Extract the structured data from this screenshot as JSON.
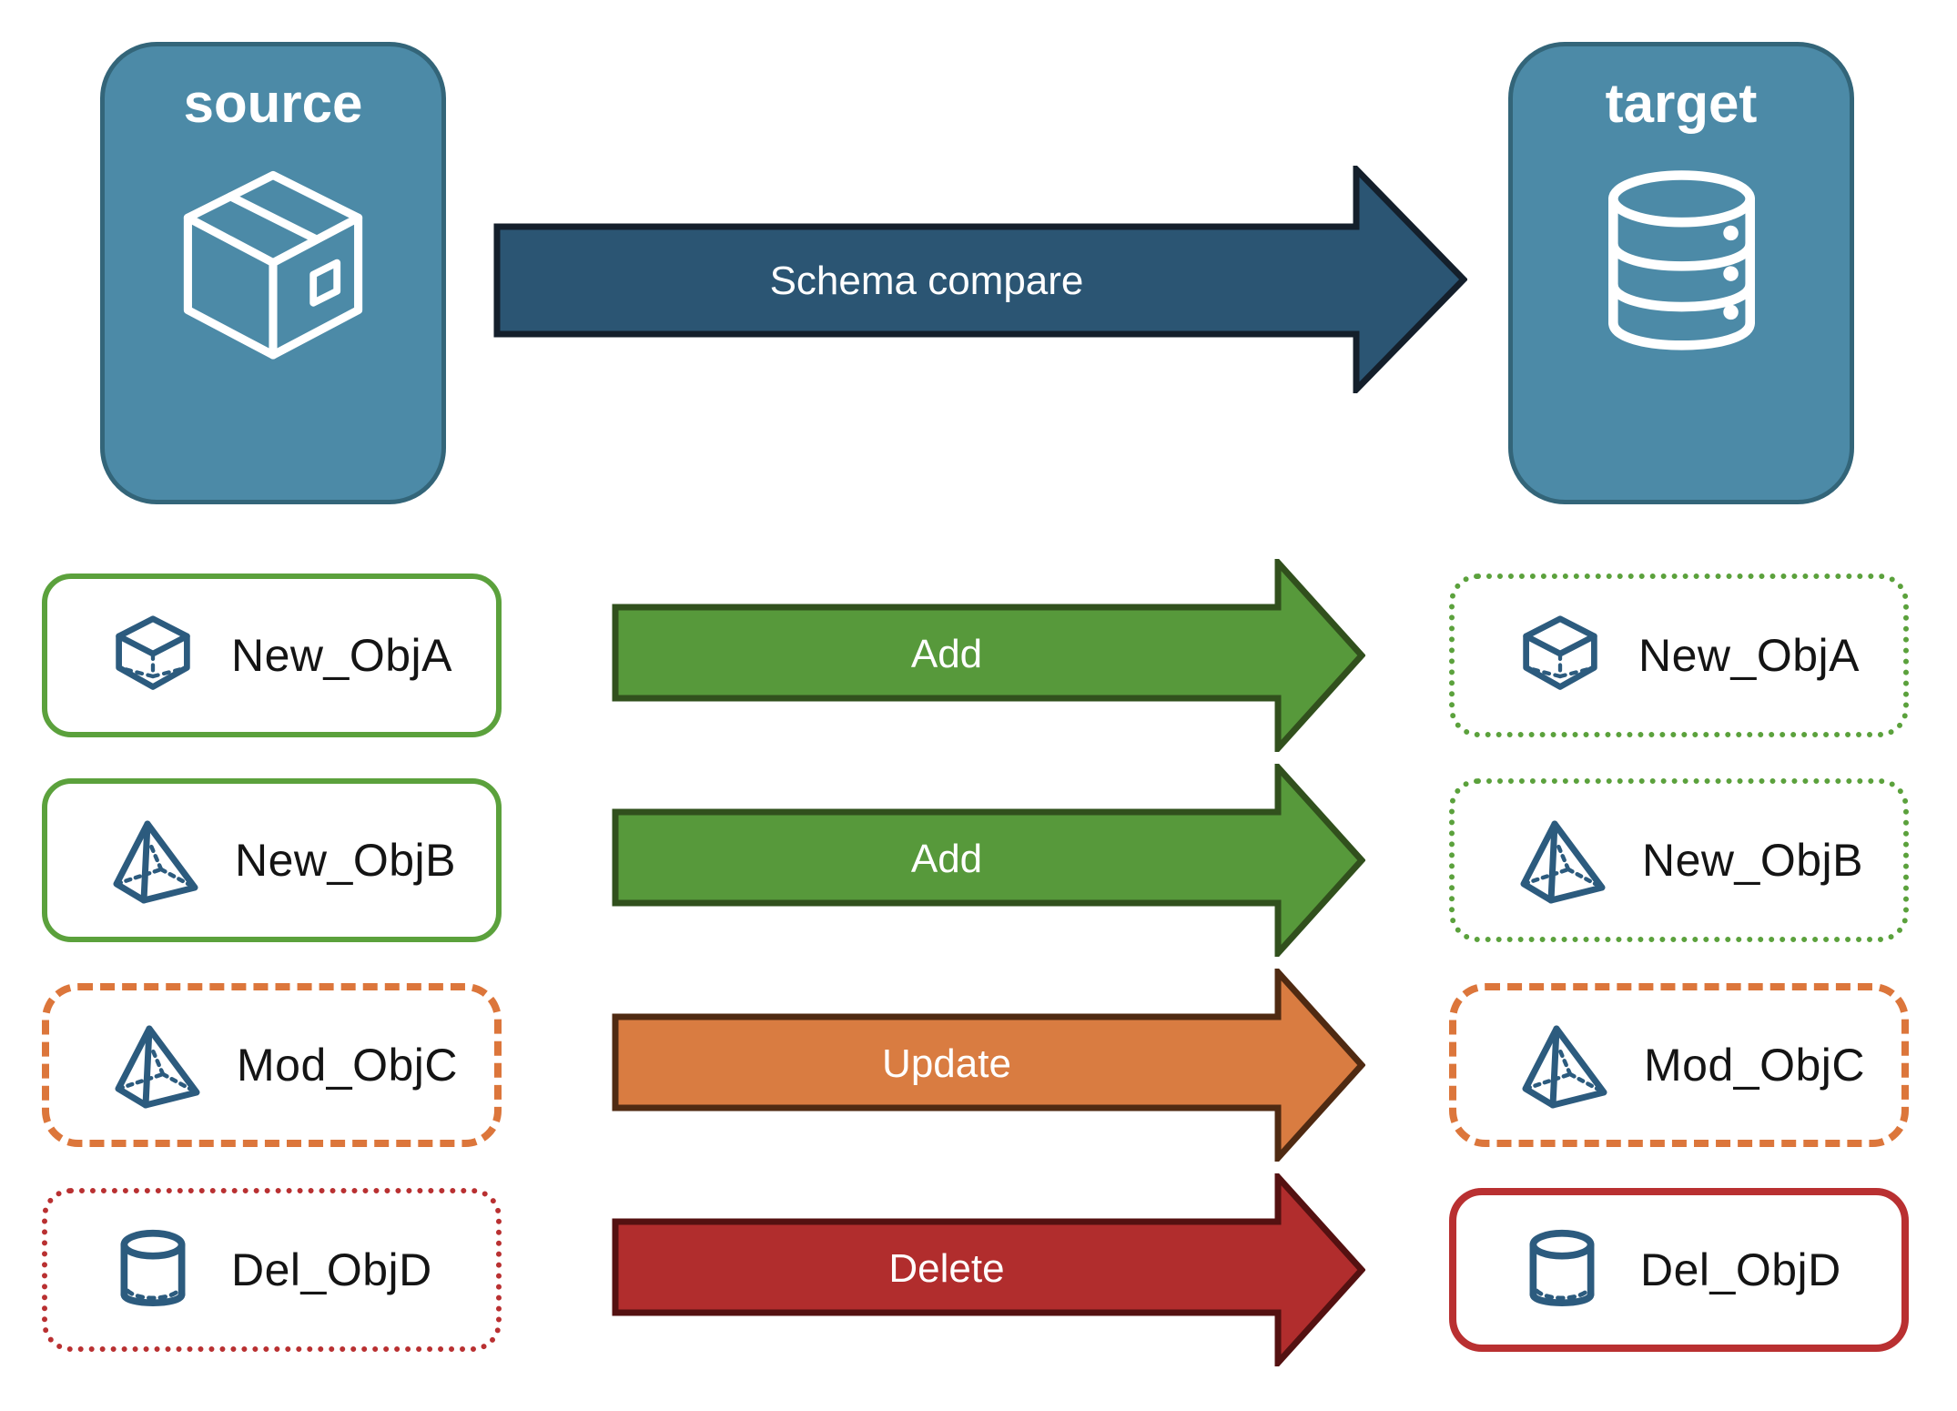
{
  "source_panel": {
    "title": "source",
    "icon": "package-icon"
  },
  "target_panel": {
    "title": "target",
    "icon": "database-icon"
  },
  "compare_arrow": {
    "label": "Schema compare",
    "color": "#2B5573"
  },
  "rows": [
    {
      "name": "New_ObjA",
      "action": "Add",
      "icon": "cube-icon",
      "source_border": "green-solid",
      "target_border": "green-dotted",
      "arrow_color": "#57993B"
    },
    {
      "name": "New_ObjB",
      "action": "Add",
      "icon": "pyramid-icon",
      "source_border": "green-solid",
      "target_border": "green-dotted",
      "arrow_color": "#57993B"
    },
    {
      "name": "Mod_ObjC",
      "action": "Update",
      "icon": "pyramid-icon",
      "source_border": "orange-dashed",
      "target_border": "orange-dashed",
      "arrow_color": "#D97C41"
    },
    {
      "name": "Del_ObjD",
      "action": "Delete",
      "icon": "cylinder-icon",
      "source_border": "red-dotted",
      "target_border": "red-solid",
      "arrow_color": "#B12D2D"
    }
  ],
  "colors": {
    "panel_blue": "#4C8AA7",
    "panel_border": "#336579",
    "compare_arrow_navy": "#2B5573",
    "add_green": "#57993B",
    "update_orange": "#D97C41",
    "delete_red": "#B12D2D",
    "green_border": "#5BA13C",
    "orange_border": "#DC763B",
    "red_border": "#B93031",
    "icon_blue": "#2C5B7E",
    "label_text": "#141414"
  }
}
